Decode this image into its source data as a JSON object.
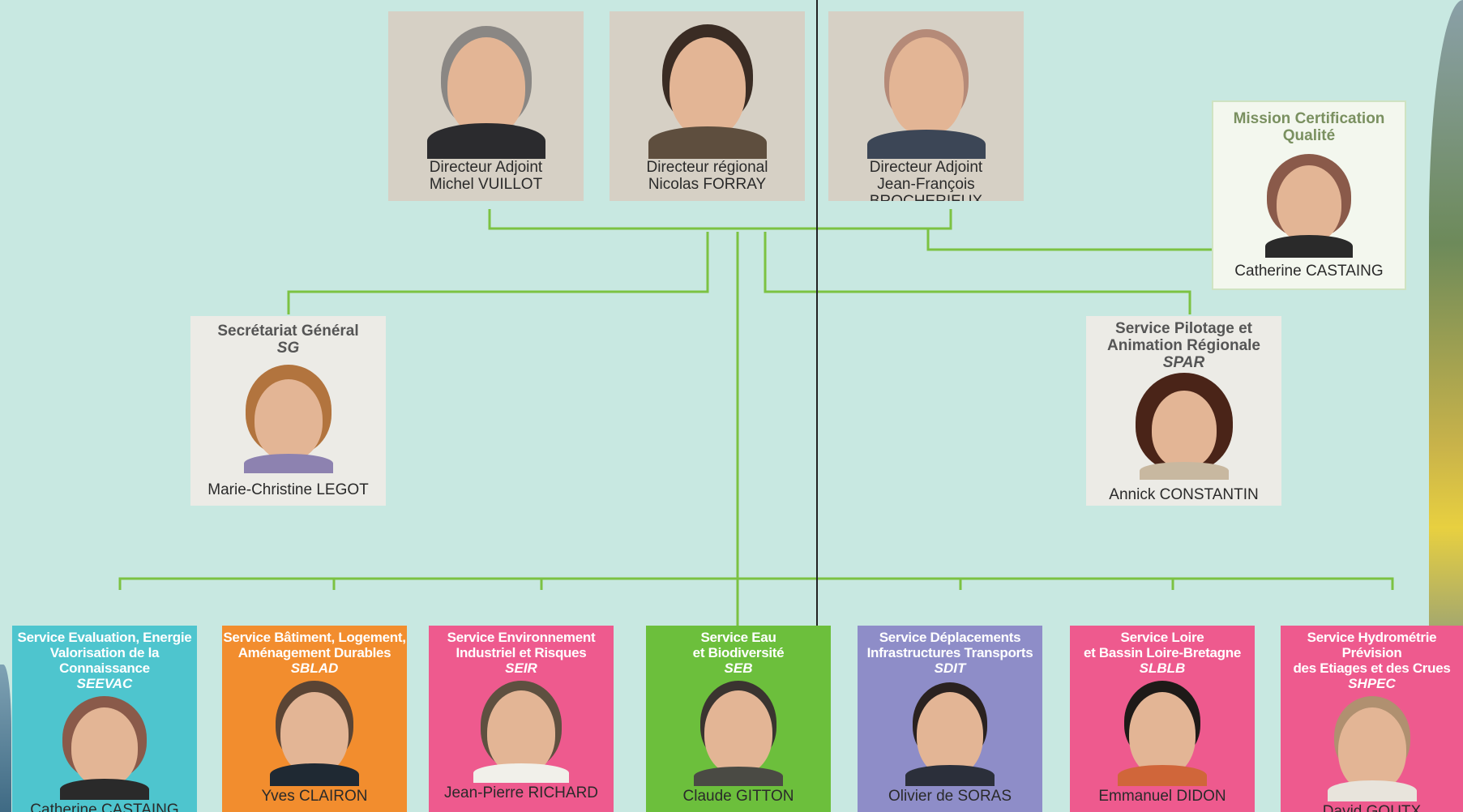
{
  "directors": [
    {
      "role": "Directeur Adjoint",
      "name": "Michel VUILLOT"
    },
    {
      "role": "Directeur régional",
      "name": "Nicolas FORRAY"
    },
    {
      "role": "Directeur Adjoint",
      "name": "Jean-François BROCHERIEUX"
    }
  ],
  "mission": {
    "title": "Mission Certification\nQualité",
    "name": "Catherine CASTAING"
  },
  "secretariat": {
    "title": "Secrétariat Général",
    "acronym": "SG",
    "name": "Marie-Christine LEGOT"
  },
  "spar": {
    "title": "Service Pilotage et\nAnimation Régionale",
    "acronym": "SPAR",
    "name": "Annick CONSTANTIN"
  },
  "services": [
    {
      "title": "Service Evaluation, Energie\nValorisation de la Connaissance",
      "acronym": "SEEVAC",
      "name": "Catherine CASTAING",
      "color": "#4ec5ce"
    },
    {
      "title": "Service Bâtiment, Logement,\nAménagement Durables",
      "acronym": "SBLAD",
      "name": "Yves CLAIRON",
      "color": "#f28d2e"
    },
    {
      "title": "Service Environnement\nIndustriel et Risques",
      "acronym": "SEIR",
      "name": "Jean-Pierre RICHARD",
      "color": "#ee5a8e"
    },
    {
      "title": "Service Eau\net Biodiversité",
      "acronym": "SEB",
      "name": "Claude GITTON",
      "color": "#6cbf3c"
    },
    {
      "title": "Service Déplacements\nInfrastructures Transports",
      "acronym": "SDIT",
      "name": "Olivier de SORAS",
      "color": "#8e8dc8"
    },
    {
      "title": "Service Loire\net Bassin Loire-Bretagne",
      "acronym": "SLBLB",
      "name": "Emmanuel DIDON",
      "color": "#ee5a8e"
    },
    {
      "title": "Service Hydrométrie Prévision\ndes Etiages et des Crues",
      "acronym": "SHPEC",
      "name": "David GOUTX",
      "color": "#ee5a8e"
    }
  ],
  "colors": {
    "background": "#c8e8e1",
    "connector": "#7cc242",
    "divider": "#222222",
    "director_card": "#d6d0c5"
  }
}
